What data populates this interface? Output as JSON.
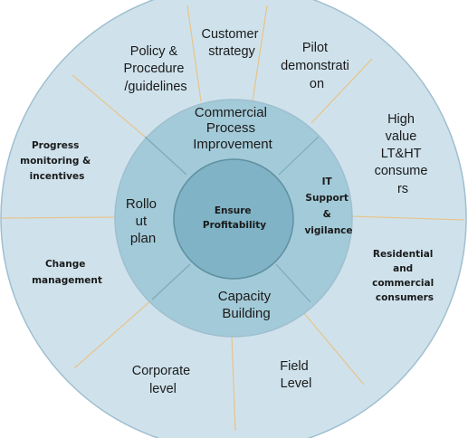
{
  "colors": {
    "outer_ring": "#cfe2ec",
    "middle_ring": "#a3cad8",
    "inner_circle": "#7fb3c5",
    "divider": "#e6c58f",
    "ring_stroke": "#9fbfcf",
    "inner_stroke": "#5f90a2",
    "text": "#1a1a1a"
  },
  "center": {
    "lines": [
      "Ensure",
      "Profitability"
    ]
  },
  "middle_ring": [
    {
      "lines": [
        "Commercial",
        "Process",
        "Improvement"
      ]
    },
    {
      "lines": [
        "IT",
        "Support",
        "&",
        "vigilance"
      ]
    },
    {
      "lines": [
        "Capacity",
        "Building"
      ]
    },
    {
      "lines": [
        "Rollo",
        "ut",
        "plan"
      ]
    }
  ],
  "outer_ring": [
    {
      "lines": [
        "Customer",
        "strategy"
      ]
    },
    {
      "lines": [
        "Pilot",
        "demonstrati",
        "on"
      ]
    },
    {
      "lines": [
        "High",
        "value",
        "LT&HT",
        "consume",
        "rs"
      ]
    },
    {
      "lines": [
        "Residential",
        "and",
        "commercial",
        "consumers"
      ]
    },
    {
      "lines": [
        "Field",
        "Level"
      ]
    },
    {
      "lines": [
        "Corporate",
        "level"
      ]
    },
    {
      "lines": [
        "Change",
        "management"
      ]
    },
    {
      "lines": [
        "Progress",
        "monitoring &",
        "incentives"
      ]
    },
    {
      "lines": [
        "Policy &",
        "Procedure",
        "/guidelines"
      ]
    }
  ]
}
